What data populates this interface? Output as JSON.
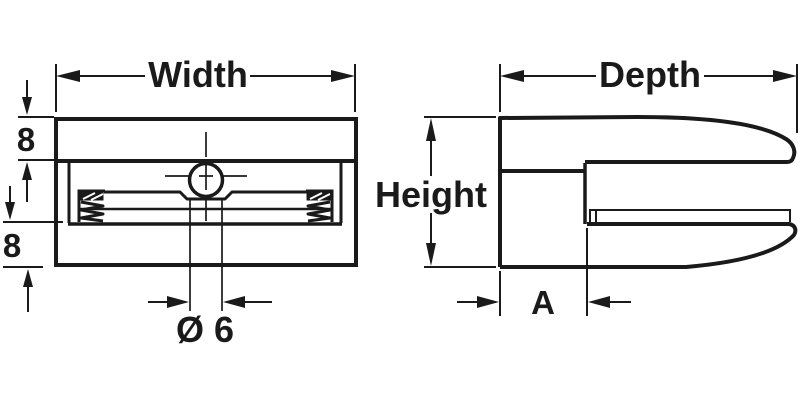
{
  "diagram": {
    "kind": "technical-dimension-drawing",
    "colors": {
      "line": "#1a1a1a",
      "background": "#ffffff"
    },
    "front_view": {
      "width_label": "Width",
      "top_band_label": "8",
      "bottom_band_label": "8",
      "hole_diameter_label": "Ø 6"
    },
    "side_view": {
      "depth_label": "Depth",
      "height_label": "Height",
      "offset_label": "A"
    }
  }
}
